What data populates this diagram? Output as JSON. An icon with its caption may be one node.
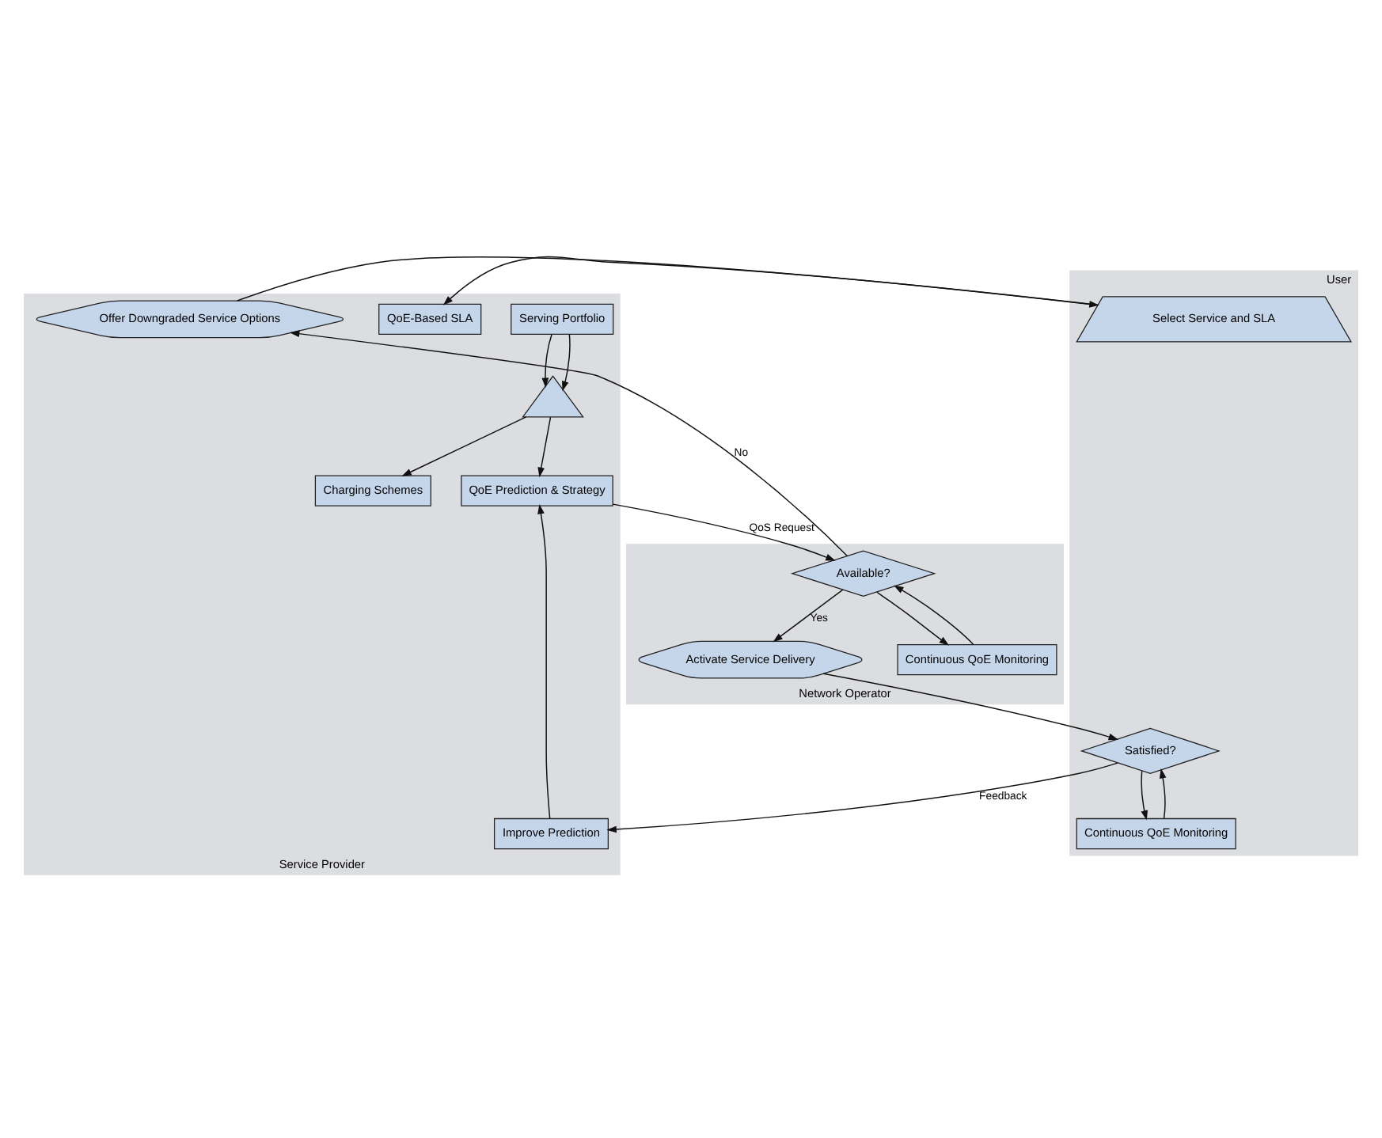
{
  "diagram": {
    "nodes": [
      {
        "text": [
          "Service Provider"
        ]
      },
      {
        "text": [
          "Serving Portfolio"
        ],
        "in": 0
      },
      {
        "text": [
          "QoE-Based SLA"
        ],
        "in": 0
      },
      {
        "text": [],
        "shape": "triangle",
        "in": 0
      },
      {
        "text": [
          "Improve Prediction"
        ],
        "in": 0
      },
      {
        "text": [
          "Charging Schemes"
        ],
        "in": 0
      },
      {
        "text": [
          "QoE Prediction & Strategy"
        ],
        "in": 0
      },
      {
        "text": [
          "Offer Downgraded Service Options"
        ],
        "in": 0
      },
      {
        "text": [
          "User"
        ]
      },
      {
        "text": [
          "Select Service and SLA"
        ],
        "in": 8
      },
      {
        "text": [
          "Satisfied?"
        ],
        "in": 8
      },
      {
        "text": [
          "Continuous QoE Monitoring"
        ],
        "in": 8
      },
      {
        "text": [
          "Network Operator"
        ]
      },
      {
        "text": [
          "Activate Service Delivery"
        ],
        "in": 12
      },
      {
        "text": [
          "Available?"
        ],
        "in": 12
      },
      {
        "text": [
          "Continuous QoE Monitoring"
        ],
        "in": 12
      }
    ],
    "edges": [
      {
        "from": 7,
        "to": 9,
        "arrow": "to"
      },
      {
        "from": 9,
        "to": 2,
        "arrow": "to"
      },
      {
        "from": 1,
        "to": 3,
        "arrow": "to"
      },
      {
        "from": 1,
        "to": 3,
        "arrow": "to"
      },
      {
        "from": 3,
        "to": 5,
        "arrow": "to"
      },
      {
        "from": 3,
        "to": 6,
        "arrow": "to"
      },
      {
        "from": 4,
        "to": 6,
        "arrow": "to"
      },
      {
        "from": 10,
        "to": 4,
        "arrow": "to",
        "label": "Feedback"
      },
      {
        "from": 11,
        "to": 10,
        "arrow": "to"
      },
      {
        "from": 10,
        "to": 11,
        "arrow": "to"
      },
      {
        "from": 13,
        "to": 10,
        "arrow": "to"
      },
      {
        "from": 6,
        "to": 14,
        "arrow": "to",
        "label": "QoS Request"
      },
      {
        "from": 14,
        "to": 13,
        "arrow": "to",
        "label": "Yes"
      },
      {
        "from": 14,
        "to": 7,
        "arrow": "to",
        "label": "No"
      },
      {
        "from": 14,
        "to": 15,
        "arrow": "to"
      },
      {
        "from": 15,
        "to": 14,
        "arrow": "to"
      }
    ]
  }
}
